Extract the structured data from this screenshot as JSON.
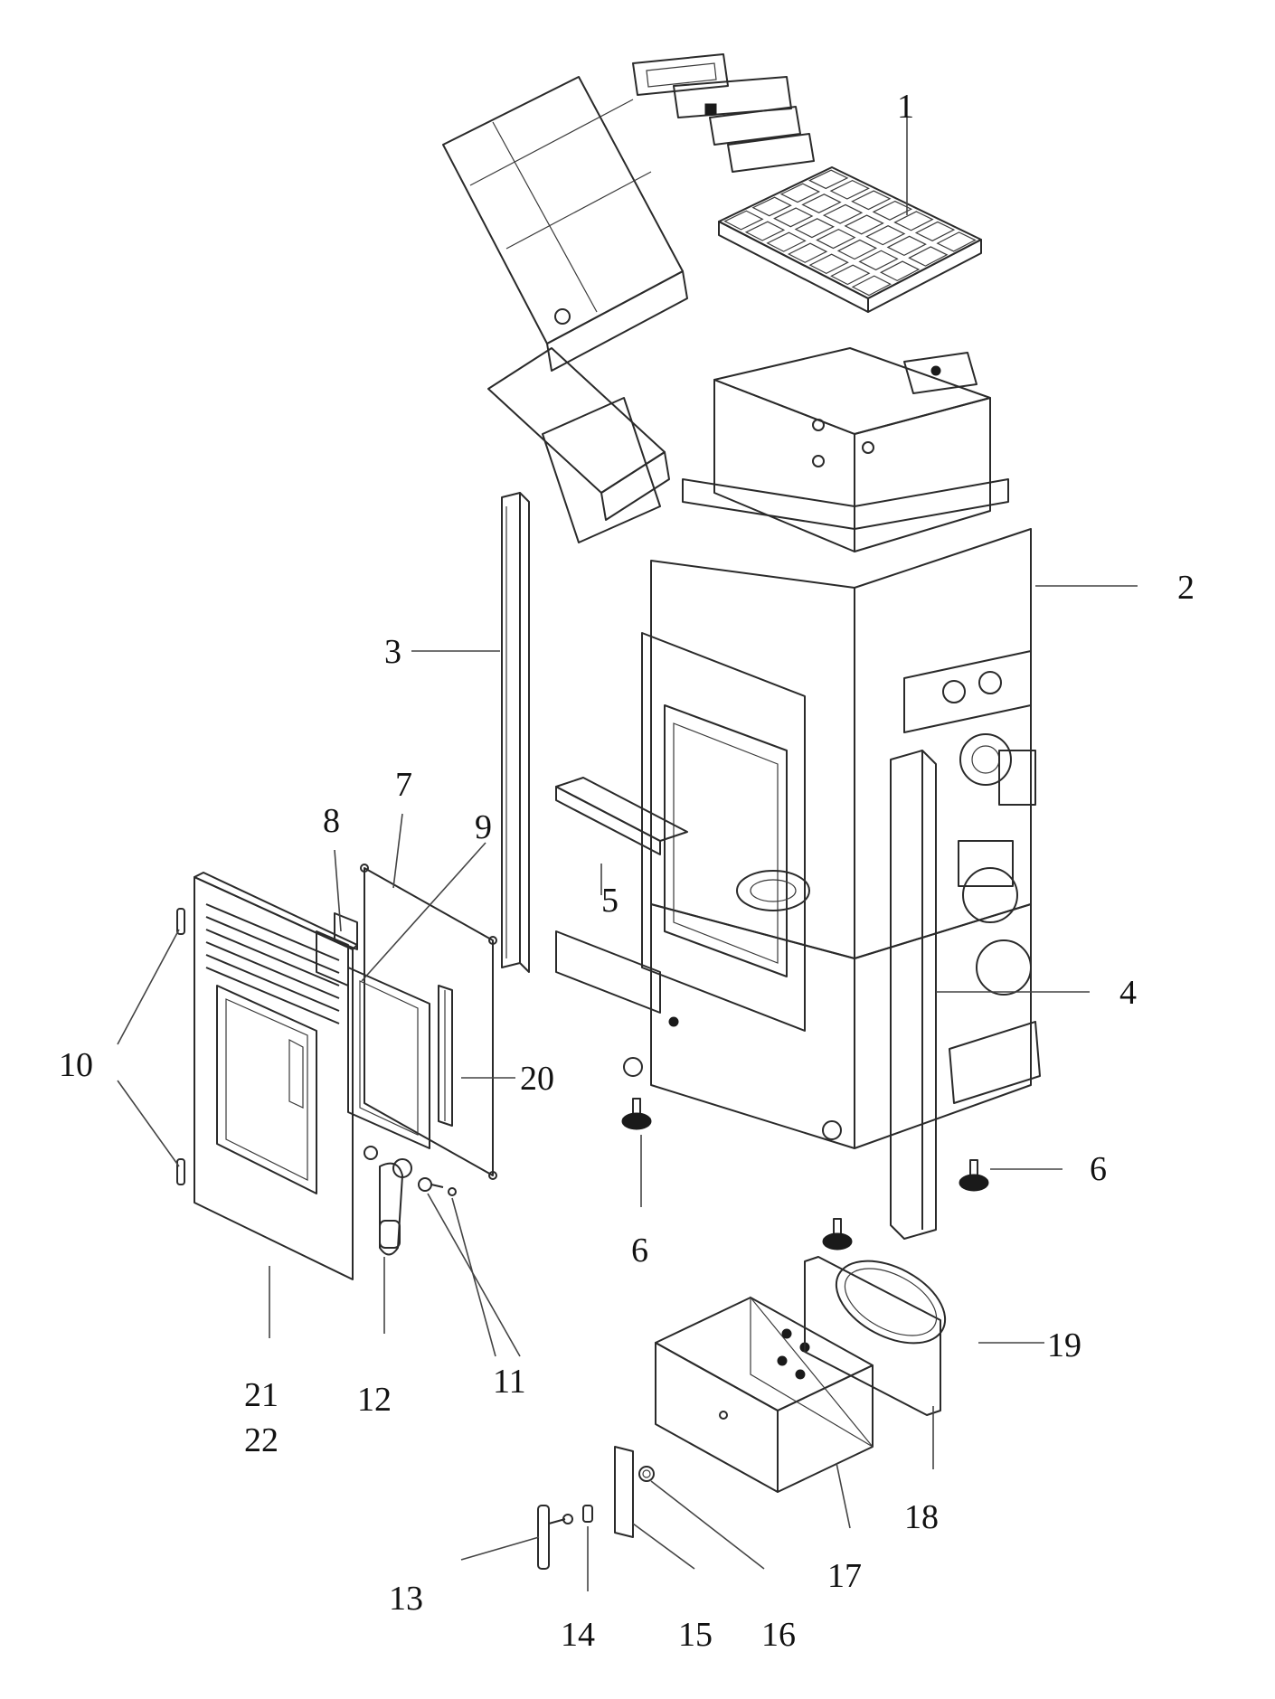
{
  "callouts": [
    {
      "id": "c1",
      "text": "1"
    },
    {
      "id": "c2",
      "text": "2"
    },
    {
      "id": "c3",
      "text": "3"
    },
    {
      "id": "c4",
      "text": "4"
    },
    {
      "id": "c5",
      "text": "5"
    },
    {
      "id": "c6a",
      "text": "6"
    },
    {
      "id": "c6b",
      "text": "6"
    },
    {
      "id": "c7",
      "text": "7"
    },
    {
      "id": "c8",
      "text": "8"
    },
    {
      "id": "c9",
      "text": "9"
    },
    {
      "id": "c10",
      "text": "10"
    },
    {
      "id": "c11",
      "text": "11"
    },
    {
      "id": "c12",
      "text": "12"
    },
    {
      "id": "c13",
      "text": "13"
    },
    {
      "id": "c14",
      "text": "14"
    },
    {
      "id": "c15",
      "text": "15"
    },
    {
      "id": "c16",
      "text": "16"
    },
    {
      "id": "c17",
      "text": "17"
    },
    {
      "id": "c18",
      "text": "18"
    },
    {
      "id": "c19",
      "text": "19"
    },
    {
      "id": "c20",
      "text": "20"
    },
    {
      "id": "c21",
      "text": "21"
    },
    {
      "id": "c22",
      "text": "22"
    }
  ]
}
